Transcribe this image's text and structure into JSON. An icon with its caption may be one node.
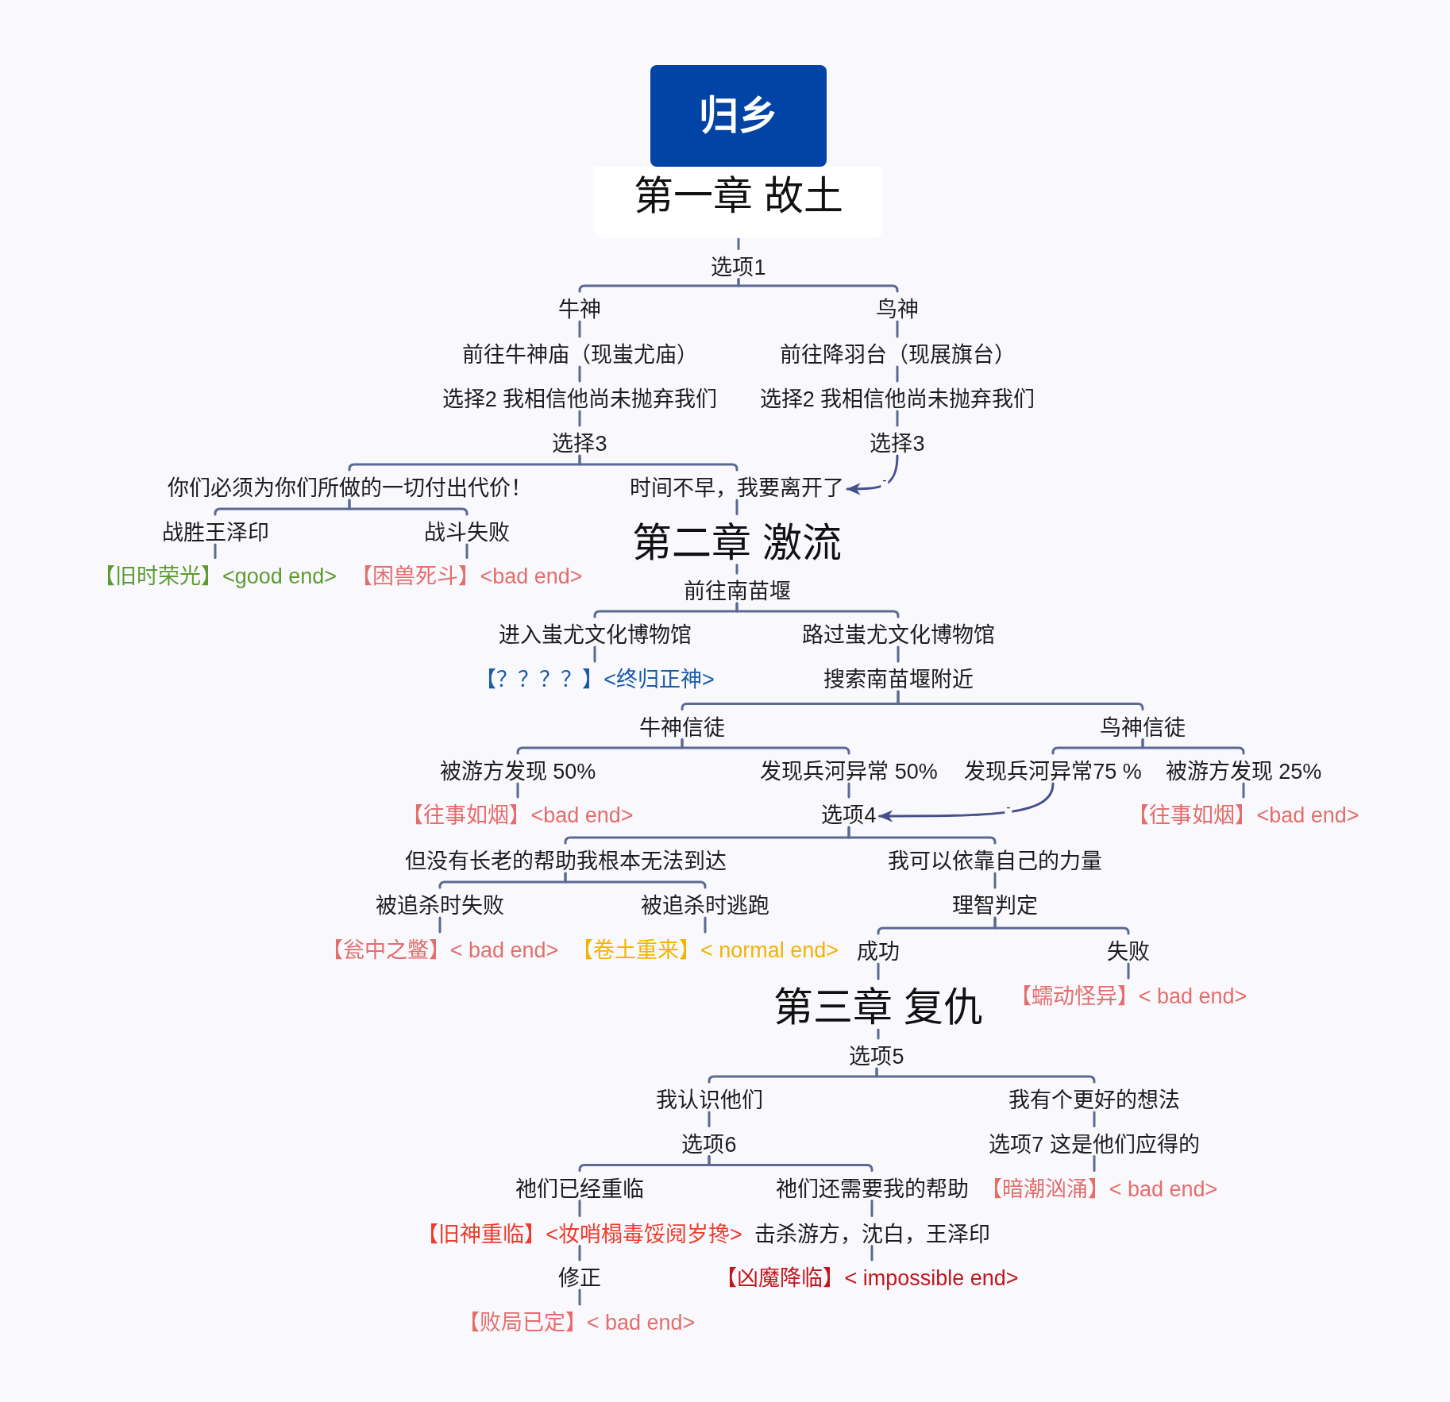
{
  "diagram": {
    "nodes": [
      {
        "text": [
          "归乡"
        ]
      },
      {
        "text": [
          "第一章 故土"
        ]
      },
      {
        "text": [
          "选项1"
        ]
      },
      {
        "text": [
          "牛神"
        ]
      },
      {
        "text": [
          "鸟神"
        ]
      },
      {
        "text": [
          "前往牛神庙（现蚩尤庙）"
        ]
      },
      {
        "text": [
          "前往降羽台（现展旗台）"
        ]
      },
      {
        "text": [
          "选择2 我相信他尚未抛弃我们"
        ]
      },
      {
        "text": [
          "选择2 我相信他尚未抛弃我们"
        ]
      },
      {
        "text": [
          "选择3"
        ]
      },
      {
        "text": [
          "选择3"
        ]
      },
      {
        "text": [
          "你们必须为你们所做的一切付出代价！"
        ]
      },
      {
        "text": [
          "时间不早，我要离开了"
        ]
      },
      {
        "text": [
          "战胜王泽印"
        ]
      },
      {
        "text": [
          "战斗失败"
        ]
      },
      {
        "text": [
          "第二章 激流"
        ]
      },
      {
        "text": [
          "【旧时荣光】<good end>"
        ]
      },
      {
        "text": [
          "【困兽死斗】<bad end>"
        ]
      },
      {
        "text": [
          "前往南苗堰"
        ]
      },
      {
        "text": [
          "进入蚩尤文化博物馆"
        ]
      },
      {
        "text": [
          "路过蚩尤文化博物馆"
        ]
      },
      {
        "text": [
          "【？？？？】<终归正神>"
        ]
      },
      {
        "text": [
          "搜索南苗堰附近"
        ]
      },
      {
        "text": [
          "牛神信徒"
        ]
      },
      {
        "text": [
          "鸟神信徒"
        ]
      },
      {
        "text": [
          "被游方发现 50%"
        ]
      },
      {
        "text": [
          "发现兵河异常 50%"
        ]
      },
      {
        "text": [
          "发现兵河异常75 %"
        ]
      },
      {
        "text": [
          "被游方发现 25%"
        ]
      },
      {
        "text": [
          "【往事如烟】<bad end>"
        ]
      },
      {
        "text": [
          "选项4"
        ]
      },
      {
        "text": [
          "【往事如烟】<bad end>"
        ]
      },
      {
        "text": [
          "但没有长老的帮助我根本无法到达"
        ]
      },
      {
        "text": [
          "我可以依靠自己的力量"
        ]
      },
      {
        "text": [
          "被追杀时失败"
        ]
      },
      {
        "text": [
          "被追杀时逃跑"
        ]
      },
      {
        "text": [
          "理智判定"
        ]
      },
      {
        "text": [
          "【瓮中之鳖】< bad end>"
        ]
      },
      {
        "text": [
          "【卷土重来】< normal end>"
        ]
      },
      {
        "text": [
          "成功"
        ]
      },
      {
        "text": [
          "失败"
        ]
      },
      {
        "text": [
          "第三章 复仇"
        ]
      },
      {
        "text": [
          "【蠕动怪异】< bad end>"
        ]
      },
      {
        "text": [
          "选项5"
        ]
      },
      {
        "text": [
          "我认识他们"
        ]
      },
      {
        "text": [
          "我有个更好的想法"
        ]
      },
      {
        "text": [
          "选项6"
        ]
      },
      {
        "text": [
          "选项7 这是他们应得的"
        ]
      },
      {
        "text": [
          "祂们已经重临"
        ]
      },
      {
        "text": [
          "祂们还需要我的帮助"
        ]
      },
      {
        "text": [
          "【暗潮汹涌】< bad end>"
        ]
      },
      {
        "text": [
          "【旧神重临】<妆哨榻毒馁阋岁搀>"
        ]
      },
      {
        "text": [
          "击杀游方，沈白，王泽印"
        ]
      },
      {
        "text": [
          "修正"
        ]
      },
      {
        "text": [
          "【凶魔降临】< impossible end>"
        ]
      },
      {
        "text": [
          "【败局已定】< bad end>"
        ]
      }
    ],
    "edges": [
      {
        "from": 1,
        "to": 2,
        "arrow": "none"
      },
      {
        "from": 2,
        "to": 3,
        "arrow": "none"
      },
      {
        "from": 2,
        "to": 4,
        "arrow": "none"
      },
      {
        "from": 3,
        "to": 5,
        "arrow": "none"
      },
      {
        "from": 4,
        "to": 6,
        "arrow": "none"
      },
      {
        "from": 5,
        "to": 7,
        "arrow": "none"
      },
      {
        "from": 6,
        "to": 8,
        "arrow": "none"
      },
      {
        "from": 7,
        "to": 9,
        "arrow": "none"
      },
      {
        "from": 8,
        "to": 10,
        "arrow": "none"
      },
      {
        "from": 9,
        "to": 11,
        "arrow": "none"
      },
      {
        "from": 9,
        "to": 12,
        "arrow": "none"
      },
      {
        "from": 10,
        "to": 12,
        "arrow": "to",
        "label": "-",
        "color": "#464f8c"
      },
      {
        "from": 11,
        "to": 13,
        "arrow": "none"
      },
      {
        "from": 11,
        "to": 14,
        "arrow": "none"
      },
      {
        "from": 12,
        "to": 15,
        "arrow": "none"
      },
      {
        "from": 13,
        "to": 16,
        "arrow": "none"
      },
      {
        "from": 14,
        "to": 17,
        "arrow": "none"
      },
      {
        "from": 15,
        "to": 18,
        "arrow": "none"
      },
      {
        "from": 18,
        "to": 19,
        "arrow": "none"
      },
      {
        "from": 18,
        "to": 20,
        "arrow": "none"
      },
      {
        "from": 19,
        "to": 21,
        "arrow": "none"
      },
      {
        "from": 20,
        "to": 22,
        "arrow": "none"
      },
      {
        "from": 22,
        "to": 23,
        "arrow": "none"
      },
      {
        "from": 22,
        "to": 24,
        "arrow": "none"
      },
      {
        "from": 23,
        "to": 25,
        "arrow": "none"
      },
      {
        "from": 23,
        "to": 26,
        "arrow": "none"
      },
      {
        "from": 24,
        "to": 27,
        "arrow": "none"
      },
      {
        "from": 24,
        "to": 28,
        "arrow": "none"
      },
      {
        "from": 25,
        "to": 29,
        "arrow": "none"
      },
      {
        "from": 26,
        "to": 30,
        "arrow": "none"
      },
      {
        "from": 27,
        "to": 30,
        "arrow": "to",
        "label": "-",
        "color": "#464f8c"
      },
      {
        "from": 28,
        "to": 31,
        "arrow": "none"
      },
      {
        "from": 30,
        "to": 32,
        "arrow": "none"
      },
      {
        "from": 30,
        "to": 33,
        "arrow": "none"
      },
      {
        "from": 32,
        "to": 34,
        "arrow": "none"
      },
      {
        "from": 32,
        "to": 35,
        "arrow": "none"
      },
      {
        "from": 33,
        "to": 36,
        "arrow": "none"
      },
      {
        "from": 34,
        "to": 37,
        "arrow": "none"
      },
      {
        "from": 35,
        "to": 38,
        "arrow": "none"
      },
      {
        "from": 36,
        "to": 39,
        "arrow": "none"
      },
      {
        "from": 36,
        "to": 40,
        "arrow": "none"
      },
      {
        "from": 39,
        "to": 41,
        "arrow": "none"
      },
      {
        "from": 40,
        "to": 42,
        "arrow": "none"
      },
      {
        "from": 41,
        "to": 43,
        "arrow": "none"
      },
      {
        "from": 43,
        "to": 44,
        "arrow": "none"
      },
      {
        "from": 43,
        "to": 45,
        "arrow": "none"
      },
      {
        "from": 44,
        "to": 46,
        "arrow": "none"
      },
      {
        "from": 45,
        "to": 47,
        "arrow": "none"
      },
      {
        "from": 46,
        "to": 48,
        "arrow": "none"
      },
      {
        "from": 46,
        "to": 49,
        "arrow": "none"
      },
      {
        "from": 47,
        "to": 50,
        "arrow": "none"
      },
      {
        "from": 48,
        "to": 51,
        "arrow": "none"
      },
      {
        "from": 49,
        "to": 52,
        "arrow": "none"
      },
      {
        "from": 51,
        "to": 53,
        "arrow": "none"
      },
      {
        "from": 52,
        "to": 54,
        "arrow": "none"
      },
      {
        "from": 53,
        "to": 55,
        "arrow": "none"
      }
    ]
  }
}
